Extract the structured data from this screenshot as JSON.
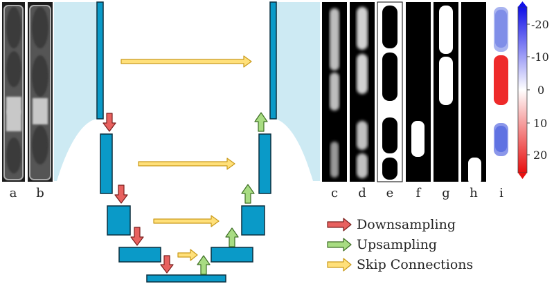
{
  "panel_labels": {
    "a": "a",
    "b": "b",
    "c": "c",
    "d": "d",
    "e": "e",
    "f": "f",
    "g": "g",
    "h": "h",
    "i": "i"
  },
  "legend": {
    "downsampling": "Downsampling",
    "upsampling": "Upsampling",
    "skip": "Skip Connections"
  },
  "colorbar": {
    "ticks": [
      "-20",
      "-10",
      "0",
      "10",
      "20"
    ],
    "top_color": "#1a1aee",
    "mid_color": "#ffffff",
    "bottom_color": "#ee1111"
  },
  "colors": {
    "block_fill": "#0a9ac8",
    "block_stroke": "#0b2f3f",
    "funnel_fill": "#cdeaf3",
    "down_arrow": "#e8615f",
    "up_arrow": "#9ad472",
    "skip_arrow": "#ffe07a"
  }
}
